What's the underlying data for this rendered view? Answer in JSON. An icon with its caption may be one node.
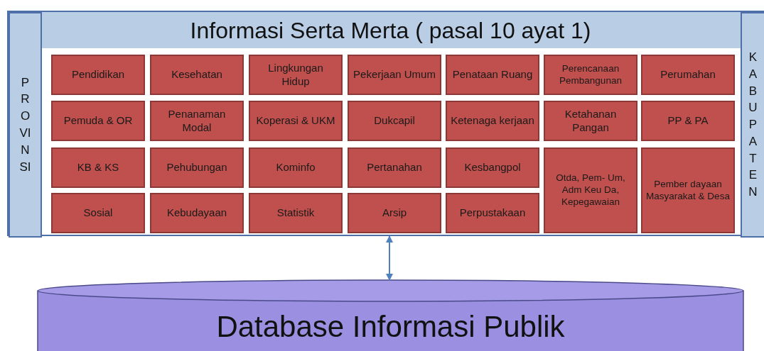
{
  "diagram": {
    "nodes": [
      {
        "text": [
          "Informasi Serta Merta ( pasal 10 ayat 1)"
        ]
      },
      {
        "text": [
          "PROVINSI"
        ],
        "in": 0
      },
      {
        "text": [
          "Pendidikan"
        ],
        "in": 0
      },
      {
        "text": [
          "Kesehatan"
        ],
        "in": 0
      },
      {
        "text": [
          "Lingkungan Hidup"
        ],
        "in": 0
      },
      {
        "text": [
          "Pekerjaan Umum"
        ],
        "in": 0
      },
      {
        "text": [
          "Penataan Ruang"
        ],
        "in": 0
      },
      {
        "text": [
          "Perencanaan Pembangunan"
        ],
        "in": 0
      },
      {
        "text": [
          "Perumahan"
        ],
        "in": 0
      },
      {
        "text": [
          "Pemuda & OR"
        ],
        "in": 0
      },
      {
        "text": [
          "Penanaman Modal"
        ],
        "in": 0
      },
      {
        "text": [
          "Koperasi & UKM"
        ],
        "in": 0
      },
      {
        "text": [
          "Dukcapil"
        ],
        "in": 0
      },
      {
        "text": [
          "Ketenaga kerjaan"
        ],
        "in": 0
      },
      {
        "text": [
          "Ketahanan Pangan"
        ],
        "in": 0
      },
      {
        "text": [
          "PP & PA"
        ],
        "in": 0
      },
      {
        "text": [
          "KB & KS"
        ],
        "in": 0
      },
      {
        "text": [
          "Pehubungan"
        ],
        "in": 0
      },
      {
        "text": [
          "Kominfo"
        ],
        "in": 0
      },
      {
        "text": [
          "Pertanahan"
        ],
        "in": 0
      },
      {
        "text": [
          "Kesbangpol"
        ],
        "in": 0
      },
      {
        "text": [
          "Otda, Pem- Um, Adm Keu Da, Kepegawaian"
        ],
        "in": 0
      },
      {
        "text": [
          "Pember dayaan Masyarakat & Desa"
        ],
        "in": 0
      },
      {
        "text": [
          "Sosial"
        ],
        "in": 0
      },
      {
        "text": [
          "Kebudayaan"
        ],
        "in": 0
      },
      {
        "text": [
          "Statistik"
        ],
        "in": 0
      },
      {
        "text": [
          "Arsip"
        ],
        "in": 0
      },
      {
        "text": [
          "Perpustakaan"
        ],
        "in": 0
      },
      {
        "text": [
          "KABUPATEN"
        ],
        "in": 0
      },
      {
        "text": [
          "Database Informasi Publik"
        ]
      }
    ],
    "edges": [
      {
        "from": 0,
        "to": 29,
        "arrow": "both"
      }
    ]
  }
}
